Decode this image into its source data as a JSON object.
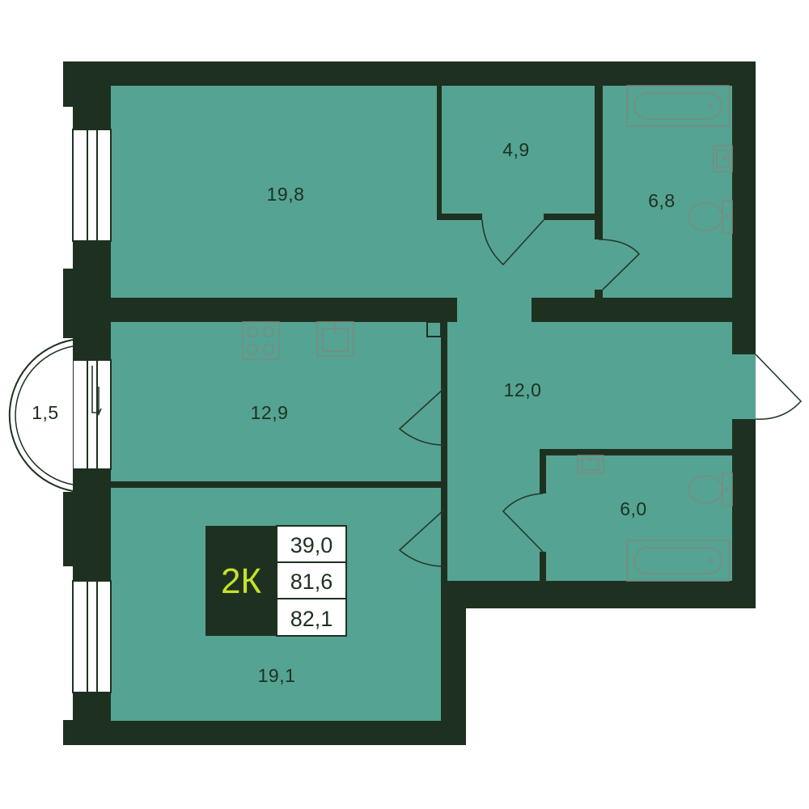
{
  "colors": {
    "wall": "#1e3120",
    "room_fill": "#55a392",
    "balcony_fill": "#ffffff",
    "badge_dark": "#1e3120",
    "badge_accent": "#c8e02c",
    "window": "#ffffff"
  },
  "rooms": [
    {
      "id": "room-1",
      "area": "19,8"
    },
    {
      "id": "storage",
      "area": "4,9"
    },
    {
      "id": "bathroom-1",
      "area": "6,8"
    },
    {
      "id": "kitchen",
      "area": "12,9"
    },
    {
      "id": "hallway",
      "area": "12,0"
    },
    {
      "id": "balcony",
      "area": "1,5"
    },
    {
      "id": "bathroom-2",
      "area": "6,0"
    },
    {
      "id": "room-2",
      "area": "19,1"
    }
  ],
  "badge": {
    "type": "2К",
    "living_area": "39,0",
    "total_area": "81,6",
    "total_area_with_balcony": "82,1"
  },
  "icons": [
    "stove-icon",
    "sink-icon",
    "bathtub-icon",
    "toilet-icon",
    "washbasin-icon"
  ]
}
